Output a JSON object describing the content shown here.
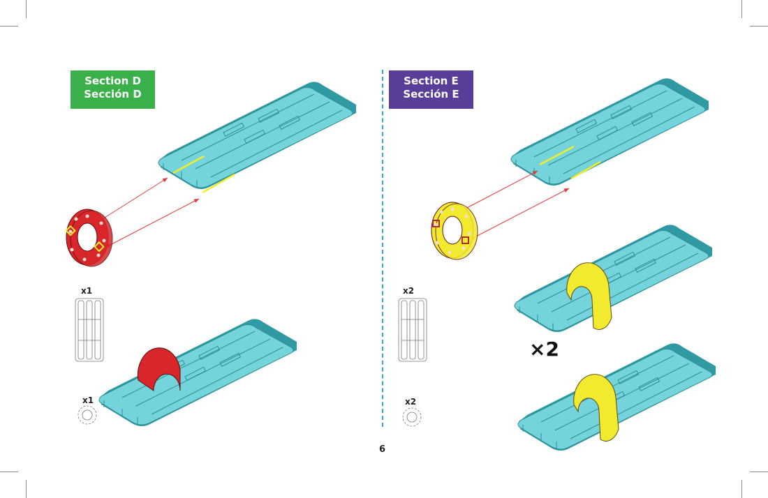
{
  "page": {
    "page_number": "6"
  },
  "colors": {
    "section_d": "#3ab04a",
    "section_e": "#5a3d98",
    "divider": "#2aa9dc",
    "plate": "#6fd0d8",
    "plate_edge": "#2f8c96",
    "ring_red": "#d8262b",
    "ring_yellow": "#f2ea2e",
    "arrow": "#e03a3a",
    "highlight": "#f2ee2a"
  },
  "section_d": {
    "title_en": "Section D",
    "title_es": "Sección D",
    "parts": [
      {
        "name": "plate",
        "quantity": "x1"
      },
      {
        "name": "ring",
        "quantity": "x1"
      }
    ]
  },
  "section_e": {
    "title_en": "Section E",
    "title_es": "Sección E",
    "parts": [
      {
        "name": "plate",
        "quantity": "x2"
      },
      {
        "name": "ring",
        "quantity": "x2"
      }
    ],
    "repeat_label": "×2"
  }
}
